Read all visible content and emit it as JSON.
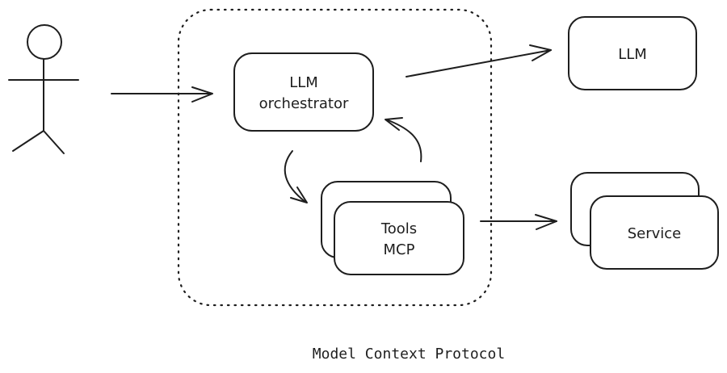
{
  "diagram": {
    "caption": "Model Context Protocol",
    "actor": {
      "role": "user"
    },
    "boundary": {
      "style": "dotted",
      "label": ""
    },
    "nodes": {
      "orchestrator": {
        "line1": "LLM",
        "line2": "orchestrator"
      },
      "tools": {
        "line1": "Tools",
        "line2": "MCP",
        "stacked": true
      },
      "llm": {
        "label": "LLM"
      },
      "service": {
        "label": "Service",
        "stacked": true
      }
    },
    "edges": [
      {
        "from": "user",
        "to": "orchestrator"
      },
      {
        "from": "orchestrator",
        "to": "llm"
      },
      {
        "from": "orchestrator",
        "to": "tools"
      },
      {
        "from": "tools",
        "to": "orchestrator"
      },
      {
        "from": "tools",
        "to": "service"
      }
    ]
  }
}
